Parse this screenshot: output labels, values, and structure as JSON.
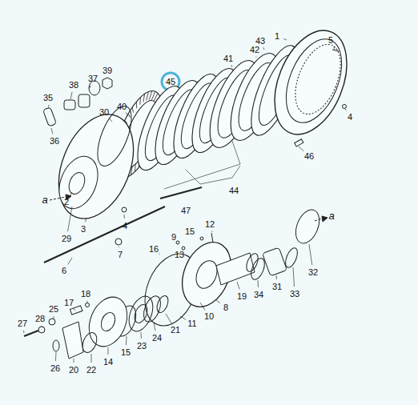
{
  "diagram": {
    "labels": [
      "1",
      "5",
      "4",
      "35",
      "38",
      "37",
      "39",
      "30",
      "40",
      "45",
      "41",
      "42",
      "43",
      "46",
      "44",
      "36",
      "47",
      "a",
      "a",
      "4",
      "2",
      "3",
      "29",
      "7",
      "6",
      "12",
      "15",
      "9",
      "16",
      "13",
      "19",
      "8",
      "34",
      "31",
      "33",
      "32",
      "21",
      "11",
      "10",
      "17",
      "18",
      "25",
      "28",
      "27",
      "26",
      "20",
      "22",
      "14",
      "15",
      "23",
      "24"
    ]
  }
}
